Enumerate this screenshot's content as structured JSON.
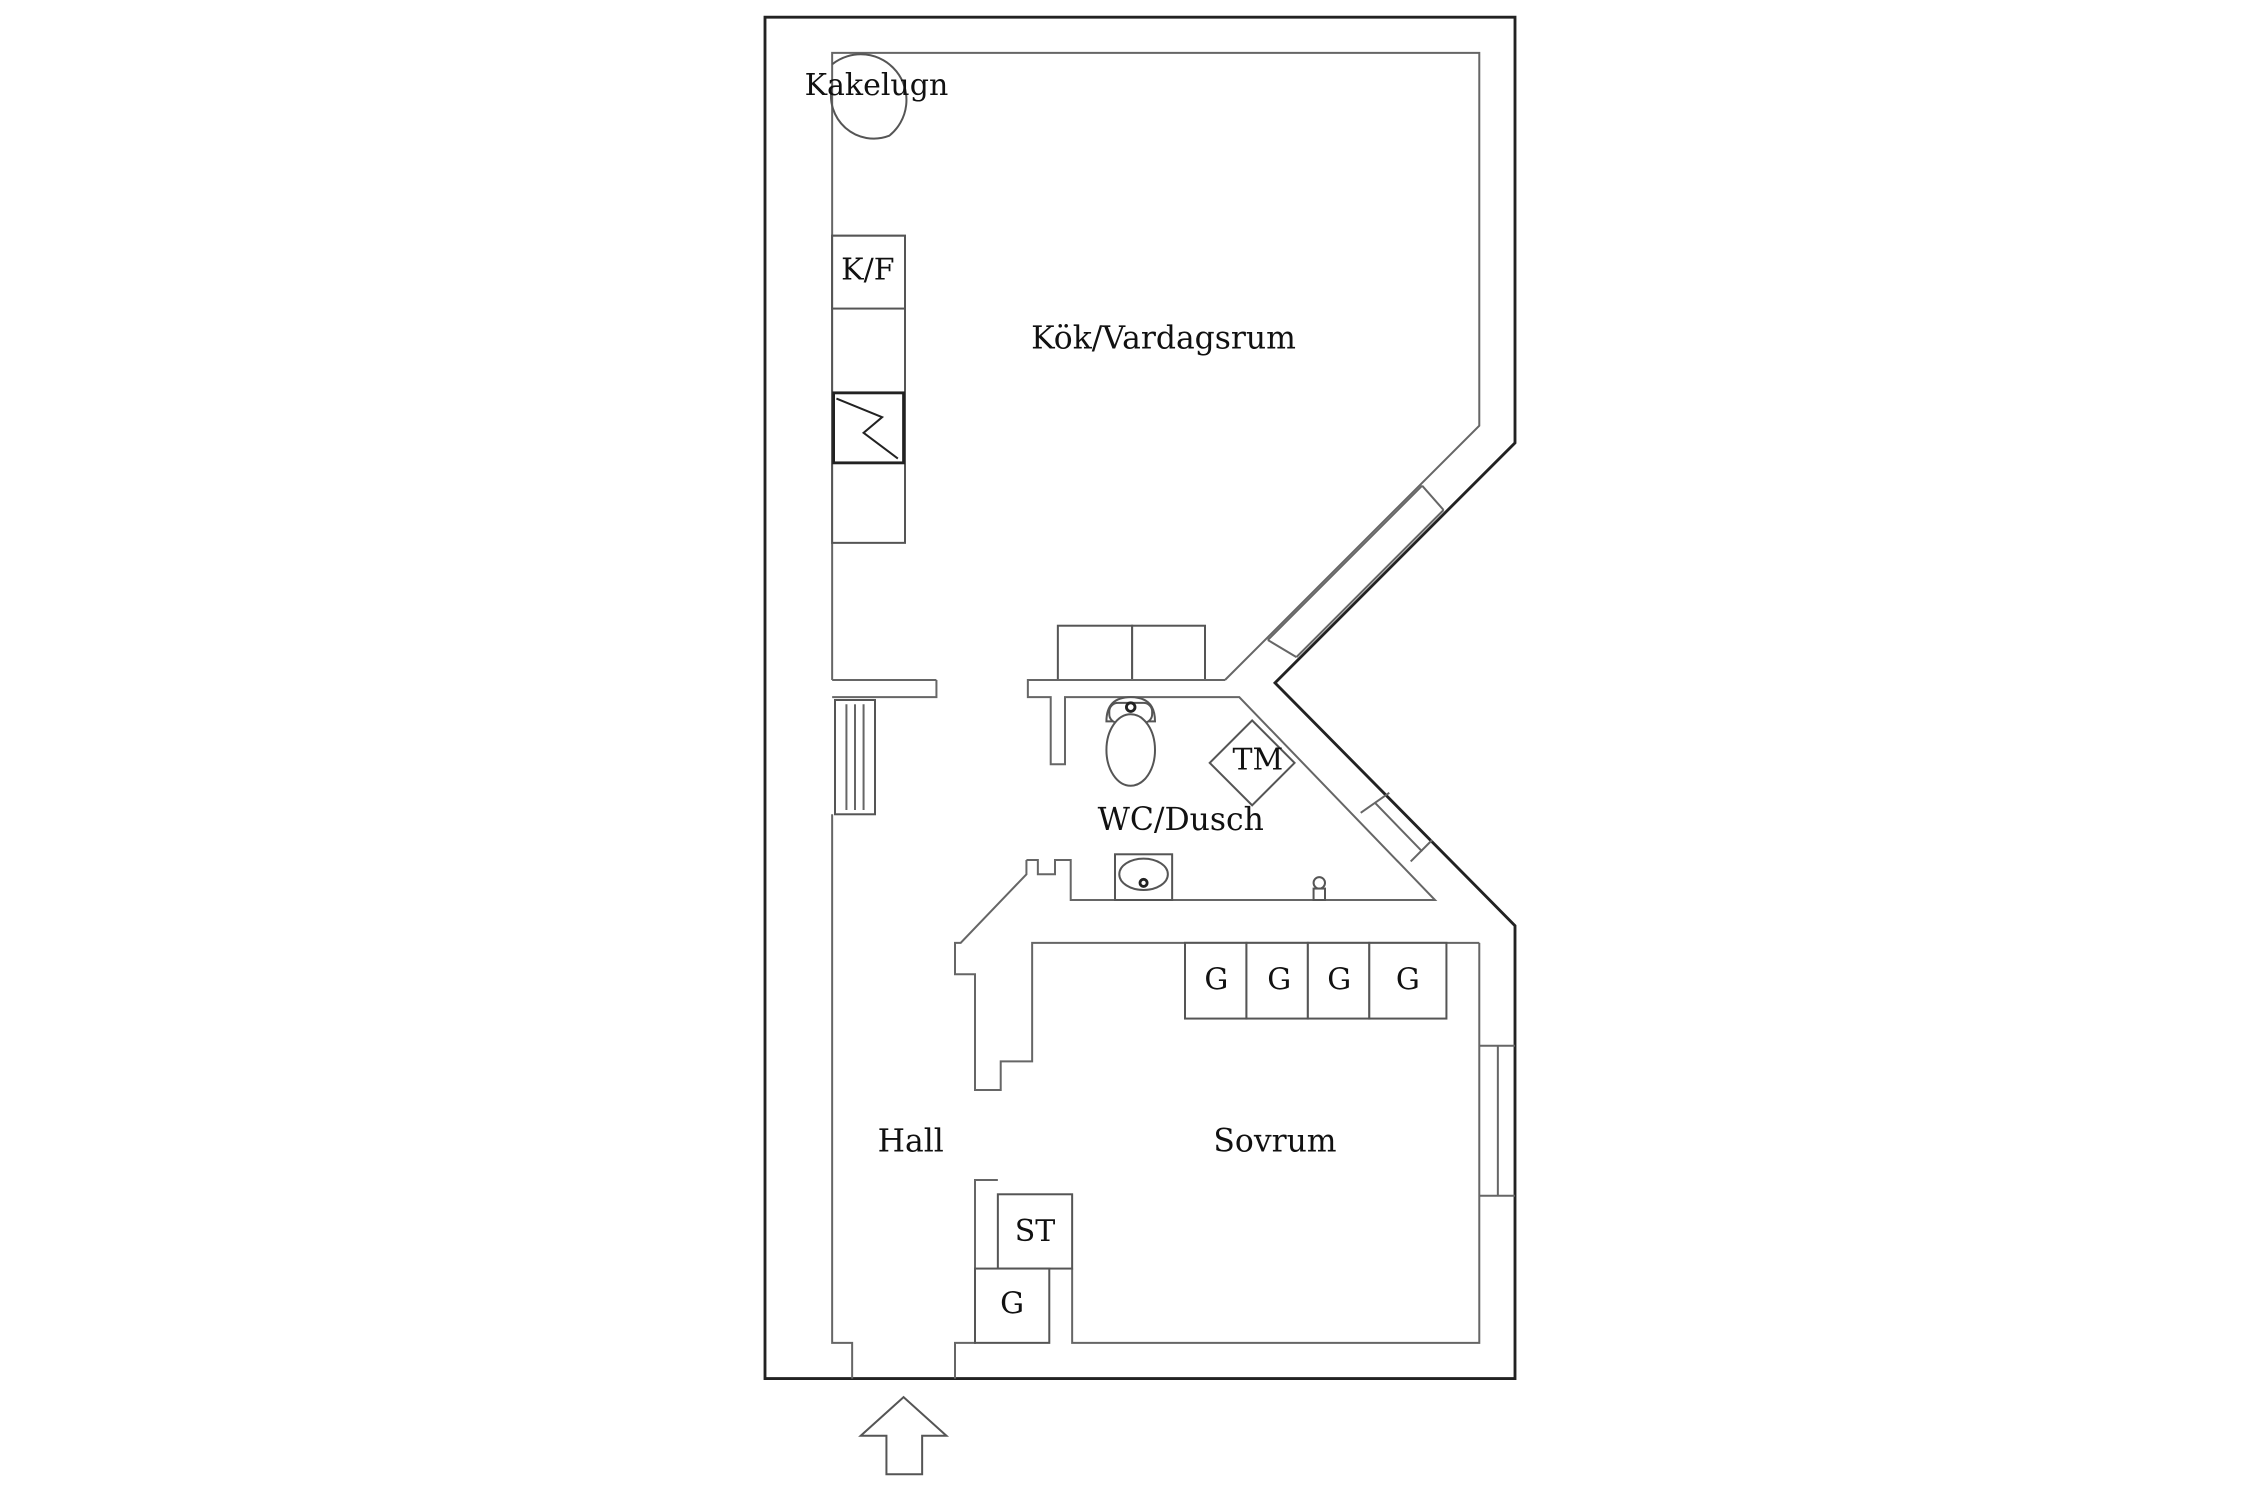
{
  "rooms": {
    "kitchen_living": "Kök/Vardagsrum",
    "wc_shower": "WC/Dusch",
    "hall": "Hall",
    "bedroom": "Sovrum"
  },
  "fixtures": {
    "tiled_stove": "Kakelugn",
    "fridge_freezer": "K/F",
    "washing_machine": "TM",
    "storage": "ST",
    "wardrobe": "G"
  },
  "colors": {
    "background": "#ffffff",
    "wall": "#222222",
    "inner_line": "#666666"
  },
  "icons": {
    "entrance": "arrow-up-icon",
    "stove": "electric-stove-icon",
    "toilet": "toilet-icon",
    "sink": "sink-icon",
    "shower": "shower-head-icon"
  }
}
